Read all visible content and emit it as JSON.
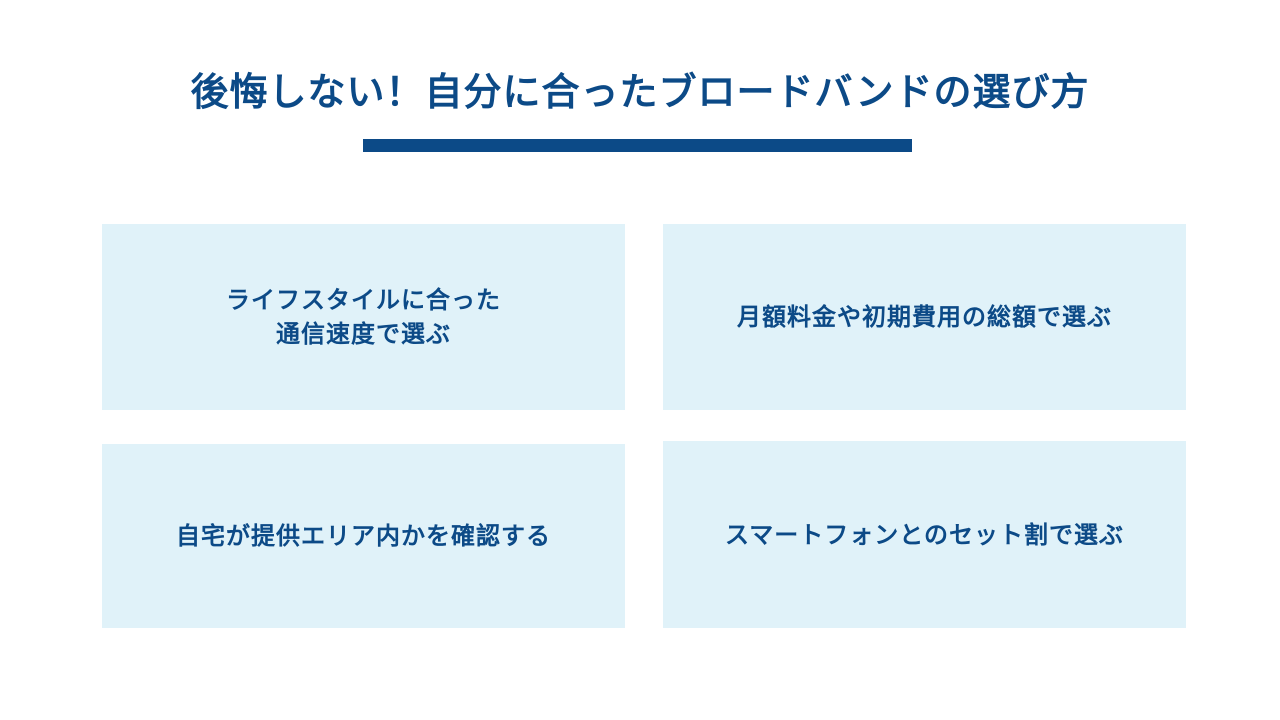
{
  "title": "後悔しない！自分に合ったブロードバンドの選び方",
  "cards": [
    {
      "line1": "ライフスタイルに合った",
      "line2": "通信速度で選ぶ"
    },
    {
      "line1": "月額料金や初期費用の総額で選ぶ"
    },
    {
      "line1": "自宅が提供エリア内かを確認する"
    },
    {
      "line1": "スマートフォンとのセット割で選ぶ"
    }
  ],
  "colors": {
    "accent": "#0c4a87",
    "card_bg": "#e0f2f9"
  }
}
